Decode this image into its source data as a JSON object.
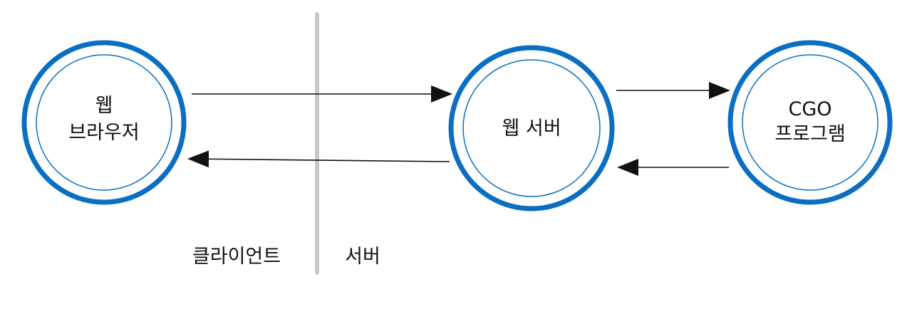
{
  "nodes": {
    "browser": {
      "line1": "웹",
      "line2": "브라우저"
    },
    "web_server": {
      "line1": "웹 서버"
    },
    "cgo_program": {
      "line1": "CGO",
      "line2": "프로그램"
    }
  },
  "regions": {
    "client": "클라이언트",
    "server": "서버"
  },
  "colors": {
    "ring": "#0a6fc2",
    "divider": "#c3c8cc",
    "arrow": "#111111"
  }
}
